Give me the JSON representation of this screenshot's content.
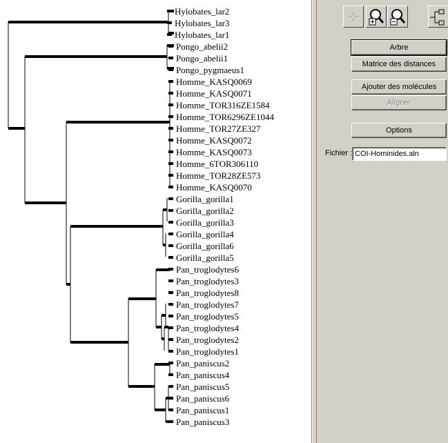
{
  "tree": {
    "leaves": [
      "Hylobates_lar2",
      "Hylobates_lar3",
      "Hylobates_lar1",
      "Pongo_abelii2",
      "Pongo_abelii1",
      "Pongo_pygmaeus1",
      "Homme_KASQ0069",
      "Homme_KASQ0071",
      "Homme_TOR316ZE1584",
      "Homme_TOR6296ZE1044",
      "Homme_TOR27ZE327",
      "Homme_KASQ0072",
      "Homme_KASQ0073",
      "Homme_6TOR306110",
      "Homme_TOR28ZE573",
      "Homme_KASQ0070",
      "Gorilla_gorilla1",
      "Gorilla_gorilla2",
      "Gorilla_gorilla3",
      "Gorilla_gorilla4",
      "Gorilla_gorilla6",
      "Gorilla_gorilla5",
      "Pan_troglodytes6",
      "Pan_troglodytes3",
      "Pan_troglodytes8",
      "Pan_troglodytes7",
      "Pan_troglodytes5",
      "Pan_troglodytes4",
      "Pan_troglodytes2",
      "Pan_troglodytes1",
      "Pan_paniscus2",
      "Pan_paniscus4",
      "Pan_paniscus5",
      "Pan_paniscus6",
      "Pan_paniscus1",
      "Pan_paniscus3"
    ]
  },
  "toolbar": {
    "tools": [
      {
        "name": "select-tool-button",
        "icon": "cursor-select-icon",
        "disabled": true
      },
      {
        "name": "zoom-in-button",
        "icon": "zoom-in-icon",
        "disabled": false
      },
      {
        "name": "zoom-out-button",
        "icon": "zoom-out-icon",
        "disabled": false
      },
      {
        "name": "tree-layout-button",
        "icon": "tree-layout-icon",
        "disabled": false
      }
    ]
  },
  "buttons": {
    "tree": "Arbre",
    "distance_matrix": "Matrice des distances",
    "add_molecules": "Ajouter des molécules",
    "align": "Aligner",
    "options": "Options"
  },
  "file": {
    "label": "Fichier :",
    "value": "COI-Hominides.aln"
  },
  "colors": {
    "panel_bg": "#d4d0c8",
    "tree_bg": "#ffffff",
    "branch": "#000000",
    "disabled_text": "#808080"
  }
}
